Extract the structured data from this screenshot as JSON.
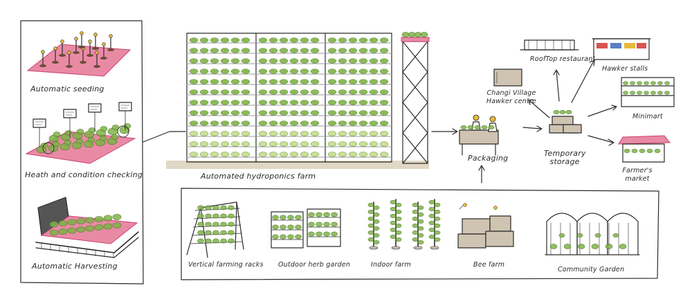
{
  "colors": {
    "ink": "#2b2b2b",
    "leaf": "#7fb347",
    "leaf_light": "#c5dd8a",
    "pink": "#e98aa5",
    "pink_dark": "#c9406f",
    "shelf": "#9a9a9a",
    "ground": "#d9cdb6",
    "box": "#cfc4b2",
    "seed": "#e8b93a"
  },
  "left_panel": {
    "seeding": "Automatic seeding",
    "checking": "Heath and condition checking",
    "harvesting": "Automatic Harvesting"
  },
  "farm": {
    "hydroponics": "Automated hydroponics farm"
  },
  "flow": {
    "packaging": "Packaging",
    "storage_line1": "Temporary",
    "storage_line2": "storage",
    "hawker_centre_line1": "Changi Village",
    "hawker_centre_line2": "Hawker centre",
    "rooftop": "RoofTop restaurant",
    "hawker_stalls": "Hawker stalls",
    "minimart": "Minimart",
    "market_line1": "Farmer's",
    "market_line2": "market"
  },
  "bottom_panel": {
    "racks": "Vertical farming racks",
    "herb": "Outdoor herb garden",
    "indoor": "Indoor farm",
    "bee": "Bee farm",
    "community": "Community Garden"
  }
}
